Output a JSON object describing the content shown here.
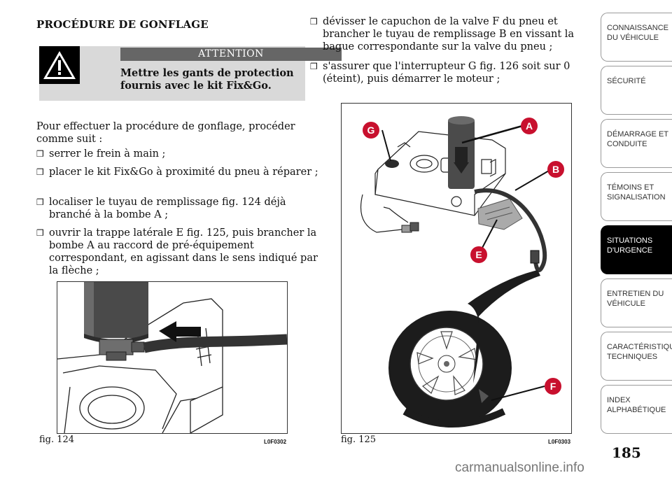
{
  "title": "PROCÉDURE DE GONFLAGE",
  "warning": {
    "header": "ATTENTION",
    "text": "Mettre les gants de protection fournis avec le kit Fix&Go."
  },
  "intro": "Pour effectuer la procédure de gonflage, procéder comme suit :",
  "steps_left": [
    "serrer le frein à main ;",
    "placer le kit Fix&Go à proximité du pneu à réparer ;",
    "localiser le tuyau de remplissage fig. 124 déjà branché à la bombe A ;",
    "ouvrir la trappe latérale E fig. 125, puis brancher la bombe A au raccord de pré-équipement correspondant, en agissant dans le sens indiqué par la flèche ;"
  ],
  "steps_right": [
    "dévisser le capuchon de la valve F du pneu et brancher le tuyau de remplissage B en vissant la bague correspondante sur la valve du pneu ;",
    "s'assurer que l'interrupteur G fig. 126 soit sur 0 (éteint), puis démarrer le moteur ;"
  ],
  "figures": {
    "fig124": {
      "caption": "fig. 124",
      "code": "L0F0302"
    },
    "fig125": {
      "caption": "fig. 125",
      "code": "L0F0303",
      "labels": {
        "g": "G",
        "a": "A",
        "b": "B",
        "e": "E",
        "f": "F"
      }
    }
  },
  "tabs": [
    "CONNAISSANCE DU VÉHICULE",
    "SÉCURITÉ",
    "DÉMARRAGE ET CONDUITE",
    "TÉMOINS ET SIGNALISATION",
    "SITUATIONS D'URGENCE",
    "ENTRETIEN DU VÉHICULE",
    "CARACTÉRISTIQUES TECHNIQUES",
    "INDEX ALPHABÉTIQUE"
  ],
  "active_tab_index": 4,
  "page_number": "185",
  "watermark": "carmanualsonline.info"
}
